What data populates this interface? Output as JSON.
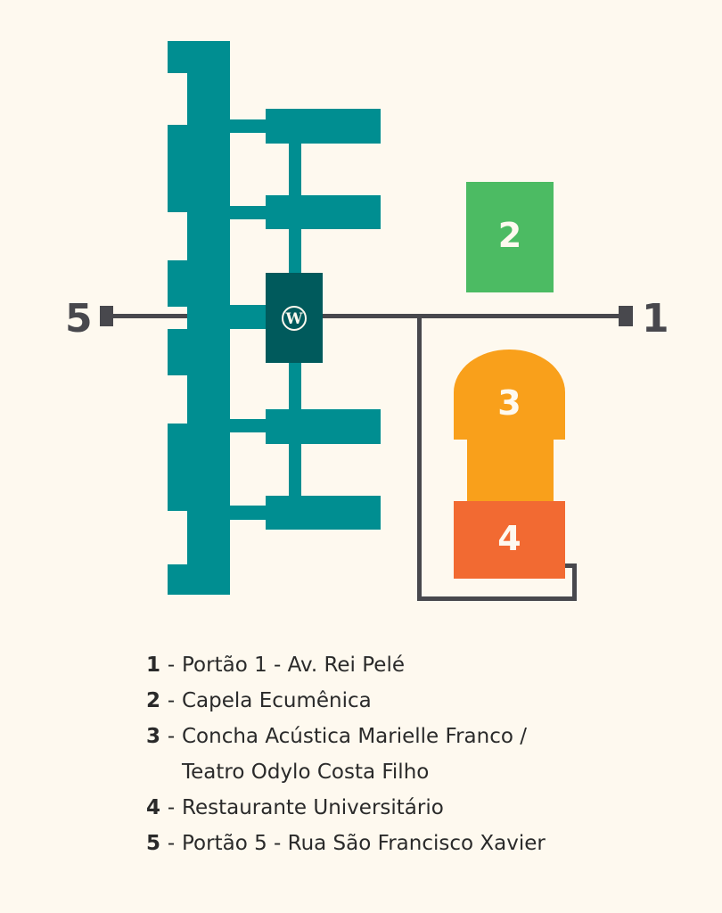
{
  "colors": {
    "background": "#FEF9EF",
    "main_building": "#008E91",
    "main_building_center": "#005A5C",
    "road": "#48484D",
    "building_2": "#4CBB63",
    "building_3": "#F9A01B",
    "building_4": "#F26A32"
  },
  "map": {
    "center_icon": "wordpress-icon",
    "gates": {
      "gate_5": "5",
      "gate_1": "1"
    },
    "buildings": {
      "b2": "2",
      "b3": "3",
      "b4": "4"
    }
  },
  "legend": [
    {
      "num": "1",
      "sep": "-",
      "text": "Portão 1 - Av. Rei Pelé"
    },
    {
      "num": "2",
      "sep": "-",
      "text": "Capela Ecumênica"
    },
    {
      "num": "3",
      "sep": "-",
      "text": "Concha Acústica Marielle Franco /",
      "cont": "Teatro Odylo Costa Filho"
    },
    {
      "num": "4",
      "sep": "-",
      "text": "Restaurante Universitário"
    },
    {
      "num": "5",
      "sep": "-",
      "text": "Portão 5 - Rua São Francisco Xavier"
    }
  ]
}
